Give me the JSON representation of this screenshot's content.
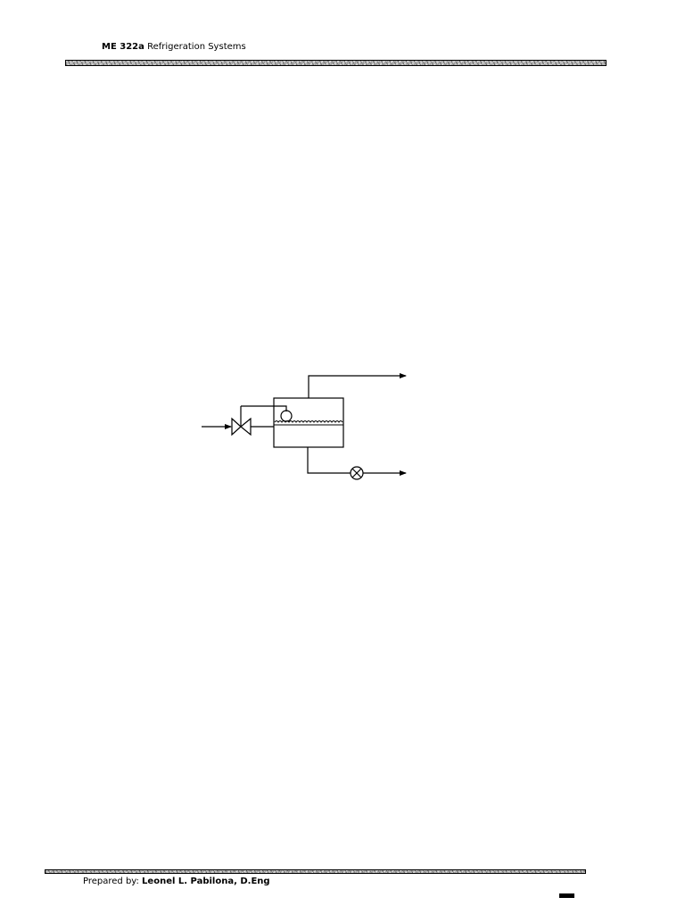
{
  "header": {
    "course_code": "ME 322a",
    "course_title": "Refrigeration Systems"
  },
  "footer": {
    "prepared_label": "Prepared by:",
    "author": "Leonel L. Pabilona, D.Eng"
  },
  "diagram": {
    "components": [
      "inlet-line",
      "expansion-valve",
      "float-sensor",
      "flash-tank",
      "liquid-level",
      "vapor-outlet",
      "liquid-outlet",
      "outlet-valve"
    ]
  }
}
